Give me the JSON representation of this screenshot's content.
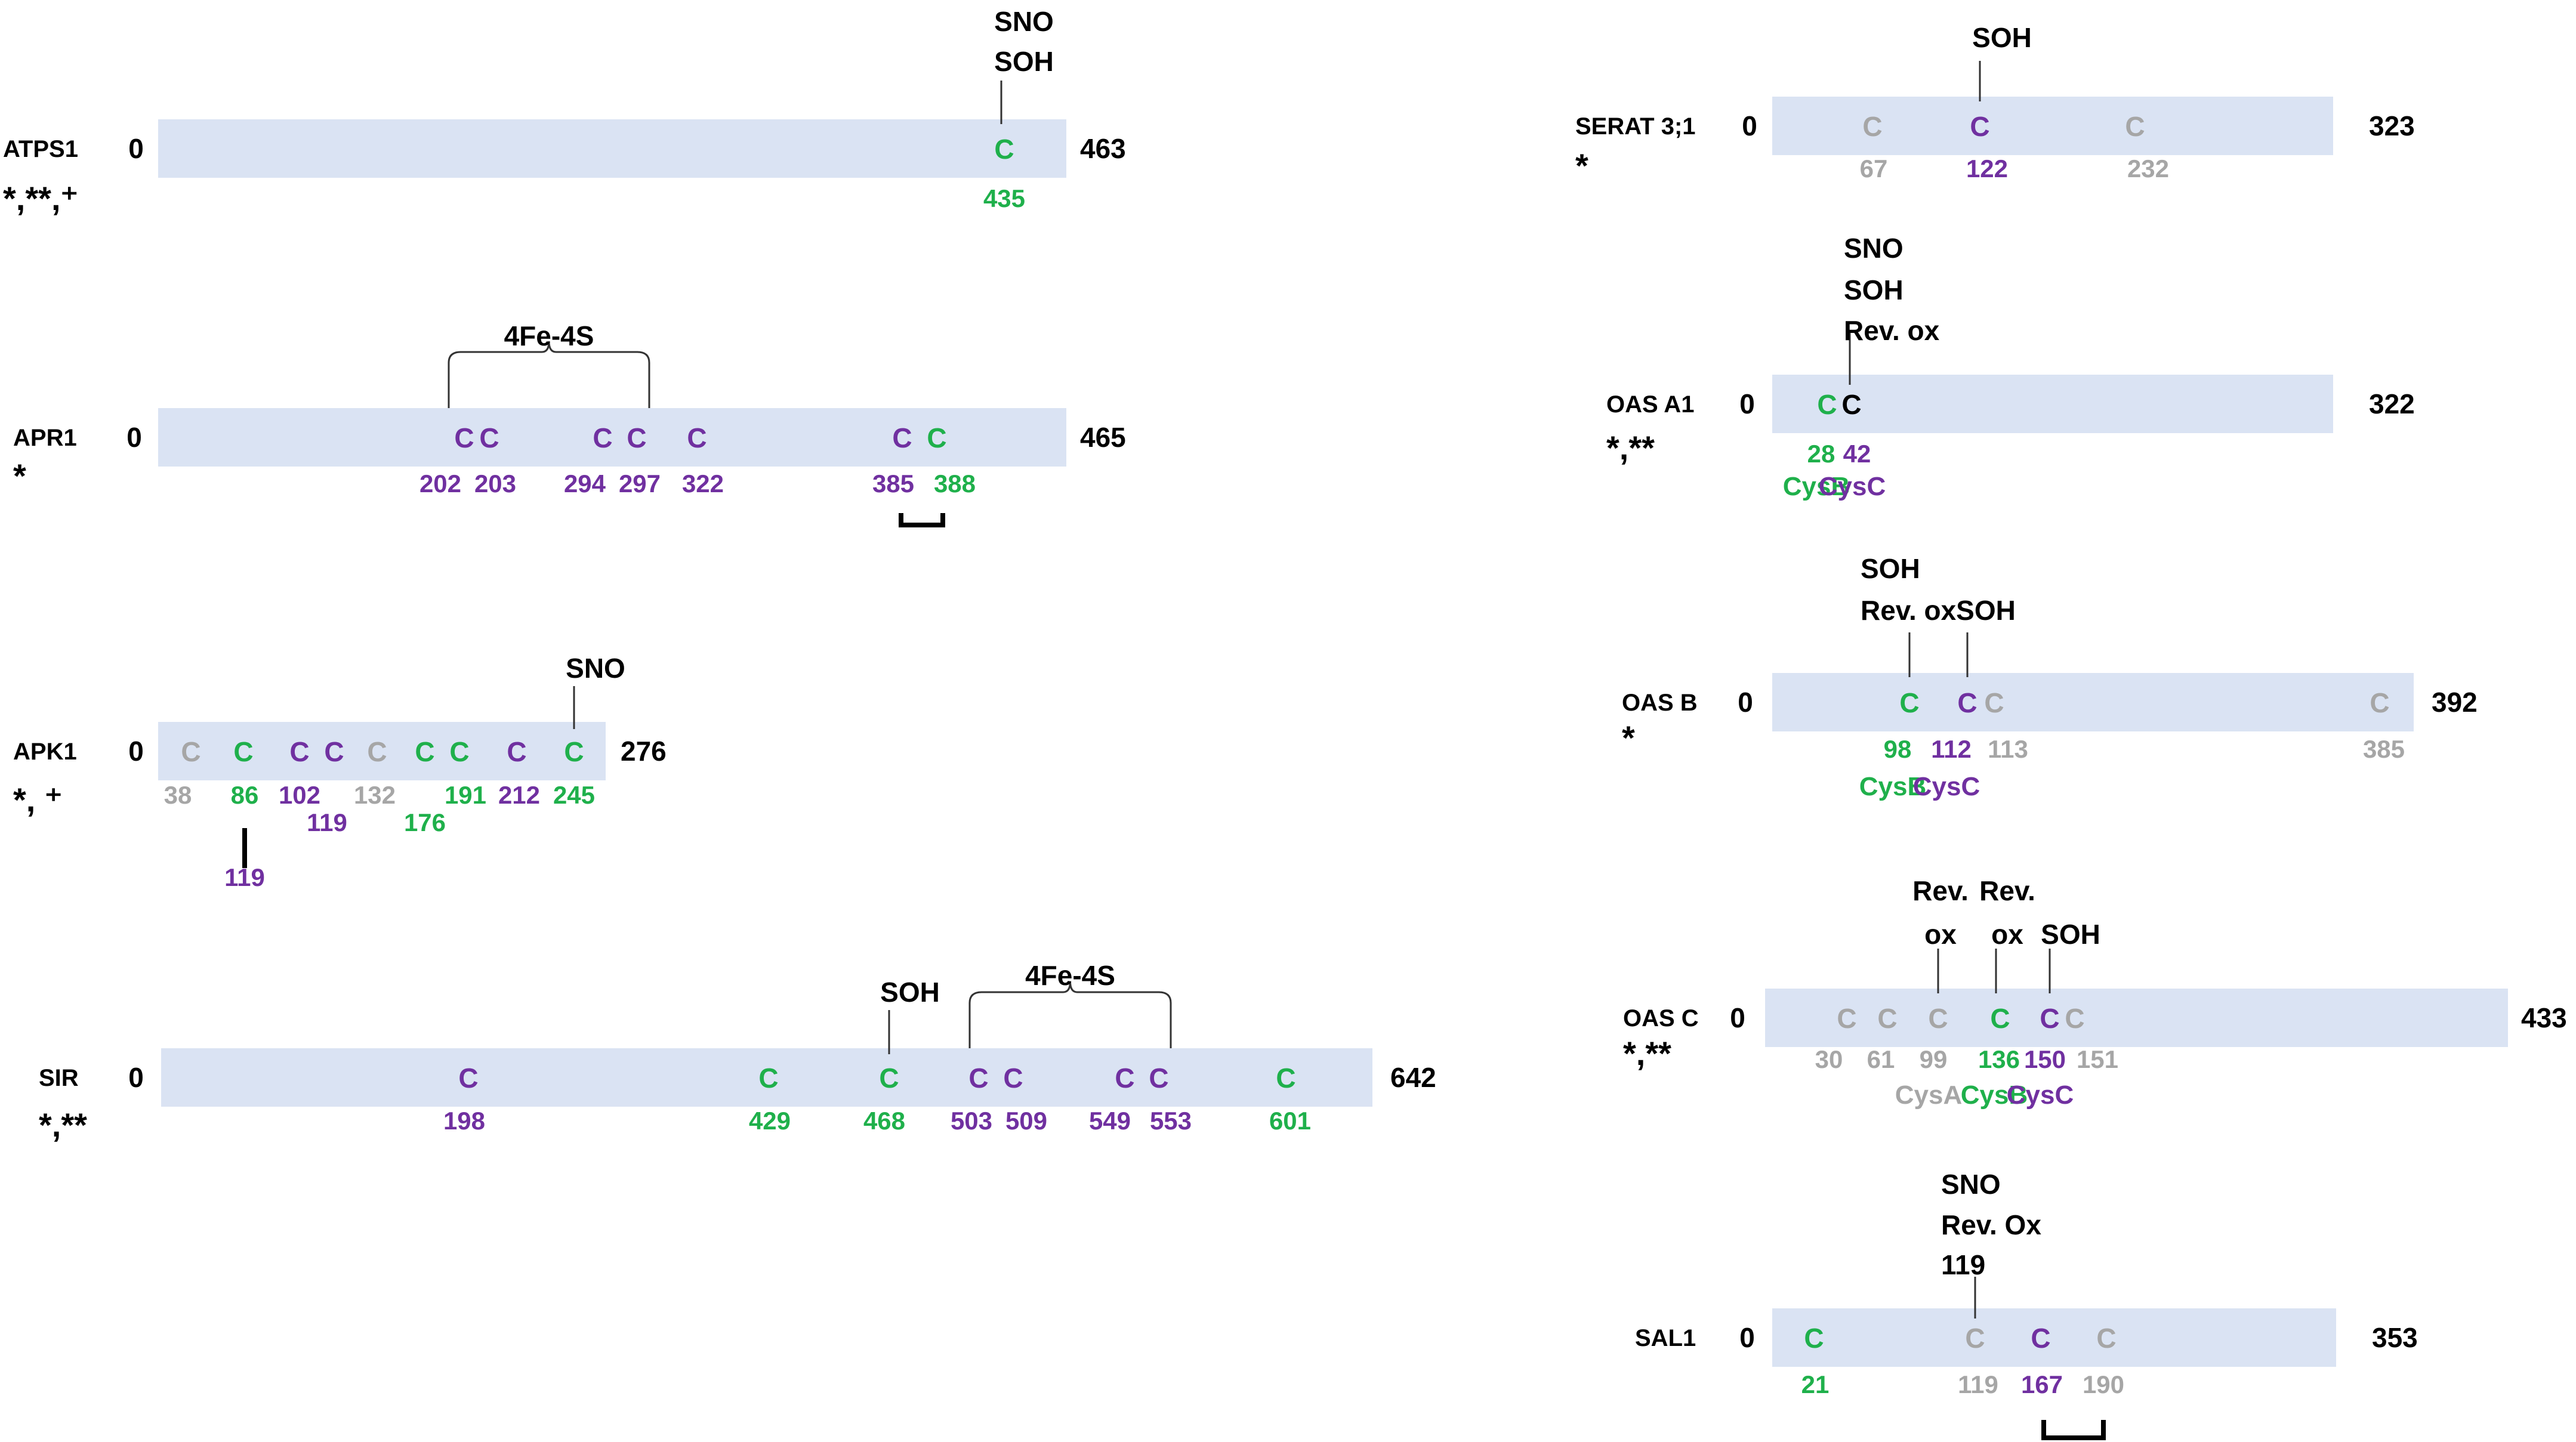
{
  "colors": {
    "bar": "#dae3f3",
    "green": "#1fb04b",
    "purple": "#7030a0",
    "gray": "#a6a6a6",
    "black": "#000000"
  },
  "proteins": [
    {
      "id": "atps1",
      "name": "ATPS1",
      "stars": "*,**,⁺",
      "start": "0",
      "end": "463",
      "residues": [
        {
          "letter": "C",
          "number": "435",
          "color": "green",
          "labels": [
            "SNO",
            "SOH"
          ]
        }
      ]
    },
    {
      "id": "apr1",
      "name": "APR1",
      "stars": "*",
      "start": "0",
      "end": "465",
      "residues": [
        {
          "letter": "C",
          "number": "202",
          "color": "purple"
        },
        {
          "letter": "C",
          "number": "203",
          "color": "purple"
        },
        {
          "letter": "C",
          "number": "294",
          "color": "purple"
        },
        {
          "letter": "C",
          "number": "297",
          "color": "purple"
        },
        {
          "letter": "C",
          "number": "322",
          "color": "purple"
        },
        {
          "letter": "C",
          "number": "385",
          "color": "purple"
        },
        {
          "letter": "C",
          "number": "388",
          "color": "green"
        }
      ],
      "braces": [
        {
          "label": "4Fe-4S"
        }
      ]
    },
    {
      "id": "apk1",
      "name": "APK1",
      "stars": "*, ⁺",
      "start": "0",
      "end": "276",
      "residues": [
        {
          "letter": "C",
          "number": "38",
          "color": "gray"
        },
        {
          "letter": "C",
          "number": "86",
          "color": "green"
        },
        {
          "letter": "C",
          "number": "102",
          "color": "purple"
        },
        {
          "letter": "C",
          "number": "119",
          "color": "purple"
        },
        {
          "letter": "C",
          "number": "132",
          "color": "gray"
        },
        {
          "letter": "C",
          "number": "176",
          "color": "green"
        },
        {
          "letter": "C",
          "number": "191",
          "color": "green"
        },
        {
          "letter": "C",
          "number": "212",
          "color": "purple"
        },
        {
          "letter": "C",
          "number": "245",
          "color": "green",
          "labels": [
            "SNO"
          ]
        }
      ],
      "link_label": "119"
    },
    {
      "id": "sir",
      "name": "SIR",
      "stars": "*,**",
      "start": "0",
      "end": "642",
      "residues": [
        {
          "letter": "C",
          "number": "198",
          "color": "purple"
        },
        {
          "letter": "C",
          "number": "429",
          "color": "green"
        },
        {
          "letter": "C",
          "number": "468",
          "color": "green",
          "labels": [
            "SOH"
          ]
        },
        {
          "letter": "C",
          "number": "503",
          "color": "purple"
        },
        {
          "letter": "C",
          "number": "509",
          "color": "purple"
        },
        {
          "letter": "C",
          "number": "549",
          "color": "purple"
        },
        {
          "letter": "C",
          "number": "553",
          "color": "purple"
        },
        {
          "letter": "C",
          "number": "601",
          "color": "green"
        }
      ],
      "braces": [
        {
          "label": "4Fe-4S"
        }
      ]
    },
    {
      "id": "serat31",
      "name": "SERAT 3;1",
      "stars": "*",
      "start": "0",
      "end": "323",
      "residues": [
        {
          "letter": "C",
          "number": "67",
          "color": "gray"
        },
        {
          "letter": "C",
          "number": "122",
          "color": "purple",
          "labels": [
            "SOH"
          ]
        },
        {
          "letter": "C",
          "number": "232",
          "color": "gray"
        }
      ]
    },
    {
      "id": "oasa1",
      "name": "OAS A1",
      "stars": "*,**",
      "start": "0",
      "end": "322",
      "residues": [
        {
          "letter": "C",
          "number": "28",
          "color": "green",
          "sub": "CysB"
        },
        {
          "letter": "C",
          "number": "42",
          "color": "purple",
          "letter_color": "black",
          "sub": "CysC",
          "labels": [
            "SNO",
            "SOH",
            "Rev. ox"
          ]
        }
      ]
    },
    {
      "id": "oasb",
      "name": "OAS B",
      "stars": "*",
      "start": "0",
      "end": "392",
      "residues": [
        {
          "letter": "C",
          "number": "98",
          "color": "green",
          "sub": "CysB",
          "labels": [
            "SOH",
            "Rev. ox"
          ]
        },
        {
          "letter": "C",
          "number": "112",
          "color": "purple",
          "sub": "CysC",
          "labels": [
            "SOH"
          ]
        },
        {
          "letter": "C",
          "number": "113",
          "color": "gray"
        },
        {
          "letter": "C",
          "number": "385",
          "color": "gray"
        }
      ]
    },
    {
      "id": "oasc",
      "name": "OAS C",
      "stars": "*,**",
      "start": "0",
      "end": "433",
      "residues": [
        {
          "letter": "C",
          "number": "30",
          "color": "gray"
        },
        {
          "letter": "C",
          "number": "61",
          "color": "gray"
        },
        {
          "letter": "C",
          "number": "99",
          "color": "gray",
          "sub": "CysA",
          "labels": [
            "Rev.",
            "ox"
          ]
        },
        {
          "letter": "C",
          "number": "136",
          "color": "green",
          "sub": "CysB",
          "labels": [
            "Rev.",
            "ox"
          ]
        },
        {
          "letter": "C",
          "number": "150",
          "color": "purple",
          "sub": "CysC",
          "labels": [
            "SOH"
          ]
        },
        {
          "letter": "C",
          "number": "151",
          "color": "gray"
        }
      ]
    },
    {
      "id": "sal1",
      "name": "SAL1",
      "stars": "",
      "start": "0",
      "end": "353",
      "residues": [
        {
          "letter": "C",
          "number": "21",
          "color": "green"
        },
        {
          "letter": "C",
          "number": "119",
          "color": "gray",
          "labels": [
            "SNO",
            "Rev. Ox",
            "119"
          ]
        },
        {
          "letter": "C",
          "number": "167",
          "color": "purple"
        },
        {
          "letter": "C",
          "number": "190",
          "color": "gray"
        }
      ]
    }
  ]
}
